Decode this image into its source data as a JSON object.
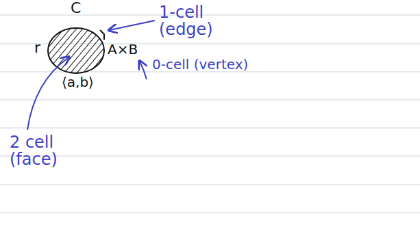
{
  "diagram": {
    "labels": [
      "C",
      "1-cell (edge)",
      "r",
      "A×B",
      "0-cell (vertex)",
      "⟨a,b⟩",
      "2 cell (face)"
    ]
  }
}
